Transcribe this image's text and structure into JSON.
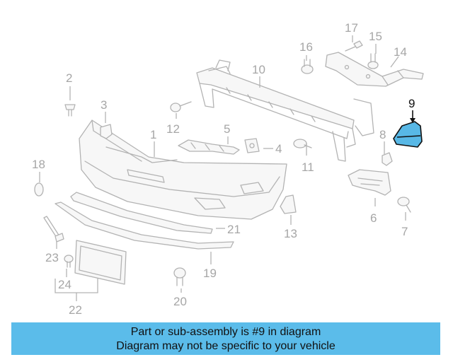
{
  "highlight_color": "#5bbcea",
  "callouts": {
    "c1": "1",
    "c2": "2",
    "c3": "3",
    "c4": "4",
    "c5": "5",
    "c6": "6",
    "c7": "7",
    "c8": "8",
    "c9": "9",
    "c10": "10",
    "c11": "11",
    "c12": "12",
    "c13": "13",
    "c14": "14",
    "c15": "15",
    "c16": "16",
    "c17": "17",
    "c18": "18",
    "c19": "19",
    "c20": "20",
    "c21": "21",
    "c22": "22",
    "c23": "23",
    "c24": "24"
  },
  "highlighted_part": "9",
  "banner": {
    "line1": "Part or sub-assembly is #9 in diagram",
    "line2": "Diagram may not be specific to your vehicle"
  }
}
